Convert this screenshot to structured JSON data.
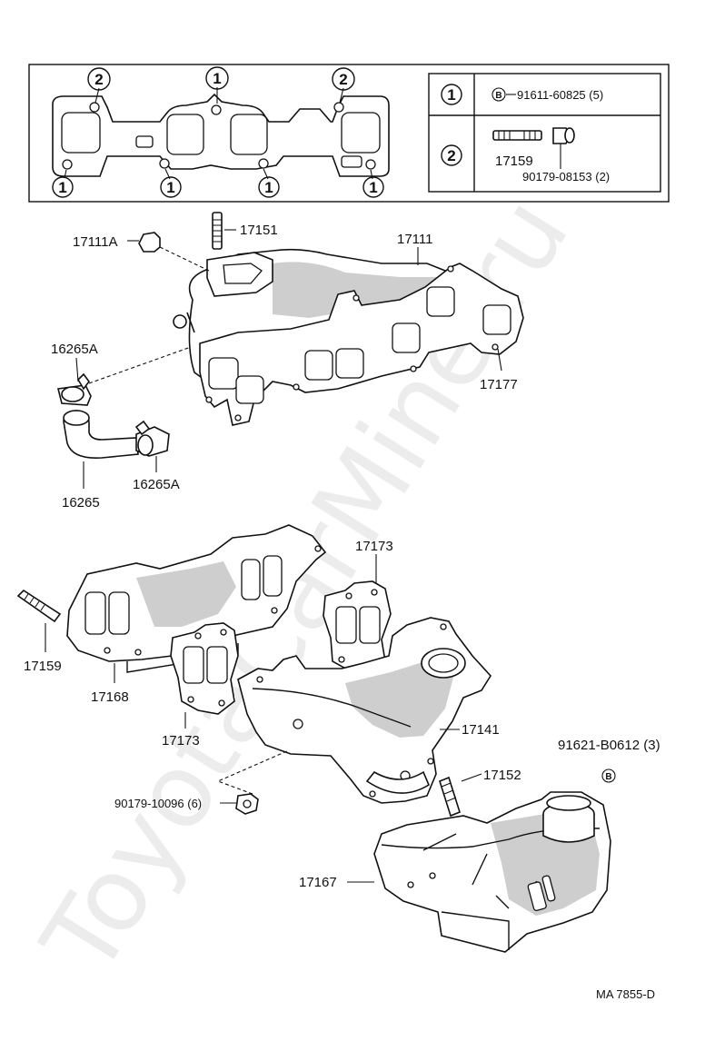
{
  "watermark": "ToyotaCarMine.ru",
  "figure_code": "MA 7855-D",
  "gasket_callouts": {
    "top": [
      "2",
      "1",
      "2"
    ],
    "bottom": [
      "1",
      "1",
      "1",
      "1"
    ]
  },
  "legend": {
    "row1": {
      "key": "1",
      "symbol": "B",
      "part": "91611-60825 (5)"
    },
    "row2": {
      "key": "2",
      "stud": "17159",
      "nut": "90179-08153 (2)"
    }
  },
  "parts": {
    "p17111A": "17111A",
    "p17151": "17151",
    "p17111": "17111",
    "p16265A_top": "16265A",
    "p17177": "17177",
    "p16265": "16265",
    "p16265A_bottom": "16265A",
    "p17173_top": "17173",
    "p17159": "17159",
    "p17168": "17168",
    "p17173_bottom": "17173",
    "p17141": "17141",
    "p91621": "91621-B0612 (3)",
    "p91621_symbol": "B",
    "p17152": "17152",
    "p90179": "90179-10096 (6)",
    "p17167": "17167"
  }
}
